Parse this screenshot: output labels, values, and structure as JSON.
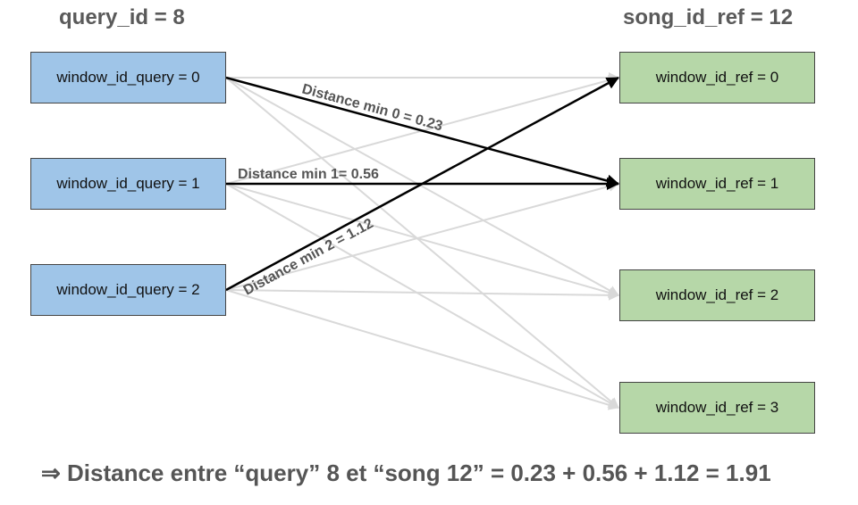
{
  "query_header": "query_id = 8",
  "ref_header": "song_id_ref = 12",
  "query_windows": [
    "window_id_query = 0",
    "window_id_query = 1",
    "window_id_query = 2"
  ],
  "ref_windows": [
    "window_id_ref = 0",
    "window_id_ref = 1",
    "window_id_ref = 2",
    "window_id_ref = 3"
  ],
  "labels": {
    "min0": "Distance min 0 = 0.23",
    "min1": "Distance min 1= 0.56",
    "min2": "Distance min 2 = 1.12"
  },
  "footer": "⇒ Distance entre “query” 8 et “song 12” = 0.23 + 0.56 + 1.12 = 1.91",
  "colors": {
    "query_box": "#9fc5e8",
    "ref_box": "#b6d7a8",
    "best_edge": "#000000",
    "other_edge": "#d9d9d9"
  }
}
